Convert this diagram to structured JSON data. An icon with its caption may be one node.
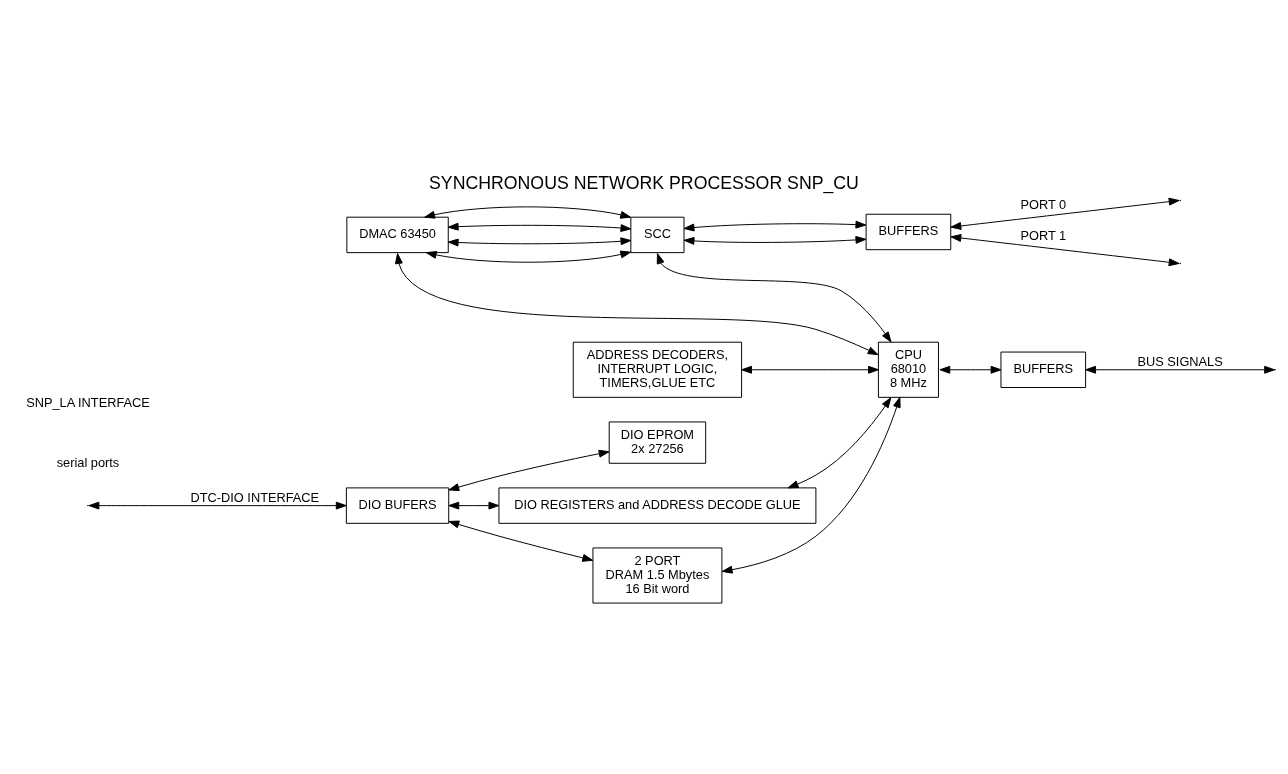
{
  "diagram": {
    "title": "SYNCHRONOUS NETWORK PROCESSOR SNP_CU",
    "nodes": [
      {
        "text": [
          "DIO EPROM",
          "2x 27256"
        ]
      },
      {
        "text": [
          "DIO REGISTERS and ADDRESS DECODE GLUE"
        ]
      },
      {
        "text": [
          "DMAC 63450"
        ]
      },
      {
        "text": [
          "SCC"
        ]
      },
      {
        "text": [
          "BUFFERS"
        ]
      },
      {
        "text": [
          "BUFFERS"
        ]
      },
      {
        "text": [
          "DIO BUFERS"
        ]
      },
      {
        "text": [
          "2 PORT",
          "DRAM 1.5 Mbytes",
          "16 Bit word"
        ]
      },
      {
        "text": [
          "ADDRESS DECODERS,",
          "INTERRUPT LOGIC,",
          "TIMERS,GLUE ETC"
        ]
      },
      {
        "text": [
          "CPU",
          "68010",
          "8 MHz"
        ]
      }
    ],
    "edges": [
      {
        "from": null,
        "to": 6,
        "arrow": "both",
        "label": "DTC-DIO INTERFACE"
      },
      {
        "from": 6,
        "to": 0,
        "arrow": "both"
      },
      {
        "from": 6,
        "to": 1,
        "arrow": "both"
      },
      {
        "from": 6,
        "to": 7,
        "arrow": "both"
      },
      {
        "from": 1,
        "to": 9,
        "arrow": "both"
      },
      {
        "from": 7,
        "to": 9,
        "arrow": "both"
      },
      {
        "from": 2,
        "to": 9,
        "arrow": "both"
      },
      {
        "from": 3,
        "to": 9,
        "arrow": "both"
      },
      {
        "from": 8,
        "to": 9,
        "arrow": "both"
      },
      {
        "from": 9,
        "to": 5,
        "arrow": "both"
      },
      {
        "from": 2,
        "to": 3,
        "arrow": "both"
      },
      {
        "from": 2,
        "to": 3,
        "arrow": "both"
      },
      {
        "from": 2,
        "to": 3,
        "arrow": "both"
      },
      {
        "from": 2,
        "to": 3,
        "arrow": "both"
      },
      {
        "from": 3,
        "to": 4,
        "arrow": "both"
      },
      {
        "from": 3,
        "to": 4,
        "arrow": "both"
      },
      {
        "from": 4,
        "to": null,
        "arrow": "both",
        "label": "PORT 0"
      },
      {
        "from": 4,
        "to": null,
        "arrow": "both",
        "label": "PORT 1"
      },
      {
        "from": 5,
        "to": null,
        "arrow": "both",
        "label": "BUS SIGNALS"
      }
    ],
    "labels": [
      "serial ports",
      "SNP_LA INTERFACE"
    ]
  }
}
